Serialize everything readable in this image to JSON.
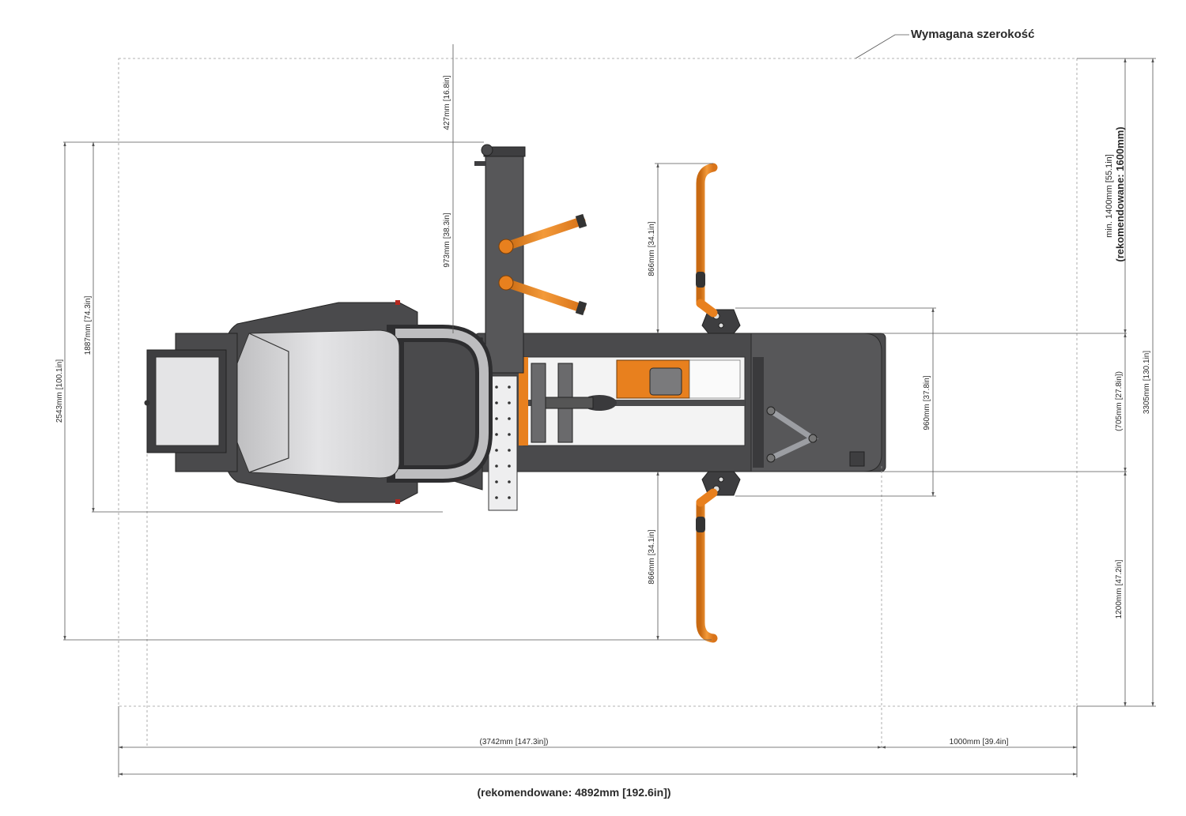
{
  "header": {
    "title": "Wymagana szerokość"
  },
  "dimensions": {
    "d427": "427mm",
    "d427_in": "16.8in",
    "d973": "973mm",
    "d973_in": "38.3in",
    "d866_top": "866mm",
    "d866_top_in": "34.1in",
    "d866_bottom": "866mm",
    "d866_bottom_in": "34.1in",
    "d2543": "2543mm",
    "d2543_in": "100.1in",
    "d1887": "1887mm",
    "d1887_in": "74.3in",
    "d960": "960mm",
    "d960_in": "37.8in",
    "d705": "705mm",
    "d705_in": "27.8in",
    "d1200": "1200mm",
    "d1200_in": "47.2in",
    "d3305": "3305mm",
    "d3305_in": "130.1in",
    "d3742": "3742mm",
    "d3742_in": "147.3in",
    "d1000": "1000mm",
    "d1000_in": "39.4in"
  },
  "notes": {
    "min_width": "min. 1400mm",
    "min_width_in": "55.1in",
    "recommended_width": "(rekomendowane: 1600mm)",
    "recommended_length": "(rekomendowane: 4892mm [192.6in])"
  },
  "colors": {
    "frame": "#4a4a4c",
    "frame_dark": "#2f2f31",
    "accent_orange": "#e8801e",
    "panel_light": "#d9d9db",
    "plate_white": "#f2f2f2",
    "dim_line": "#555555"
  }
}
